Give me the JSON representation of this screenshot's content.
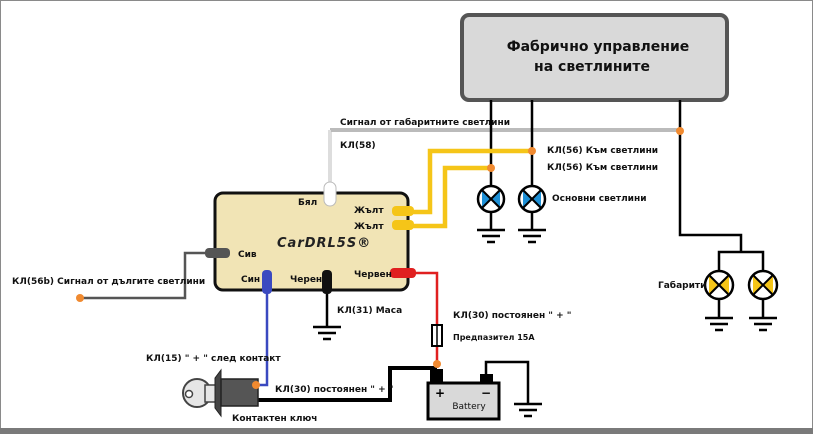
{
  "control_unit": {
    "line1": "Фабрично управление",
    "line2": "на  светлините"
  },
  "module": {
    "name": "CarDRL5S®",
    "wires": {
      "white": "Бял",
      "yellow1": "Жълт",
      "yellow2": "Жълт",
      "grey": "Сив",
      "blue": "Син",
      "black": "Черен",
      "red": "Червен"
    }
  },
  "labels": {
    "position_signal": "Сигнал от габаритните светлини",
    "kl58": "КЛ(58)",
    "kl56_a": "КЛ(56) Към светлини",
    "kl56_b": "КЛ(56) Към светлини",
    "main_lights": "Основни светлини",
    "high_beam_signal": "КЛ(56b) Сигнал от дългите светлини",
    "ground": "КЛ(31) Маса",
    "kl30_fuse": "КЛ(30) постоянен  \" + \"",
    "fuse": "Предпазител 15А",
    "kl15": "КЛ(15) \" + \" след контакт",
    "kl30_key": "КЛ(30) постоянен  \" + \"",
    "ignition_key": "Контактен ключ",
    "parking_lights": "Габарити",
    "battery": "Battery",
    "battery_plus": "+",
    "battery_minus": "−"
  },
  "colors": {
    "yellow_wire": "#f5c518",
    "red_wire": "#e02020",
    "blue_wire": "#3a49c0",
    "grey_wire": "#555555",
    "junction": "#f08a30",
    "lamp_main": "#1e90d6",
    "lamp_park": "#f5c518",
    "module_fill": "#f1e4b5",
    "control_fill": "#d9d9d9"
  }
}
